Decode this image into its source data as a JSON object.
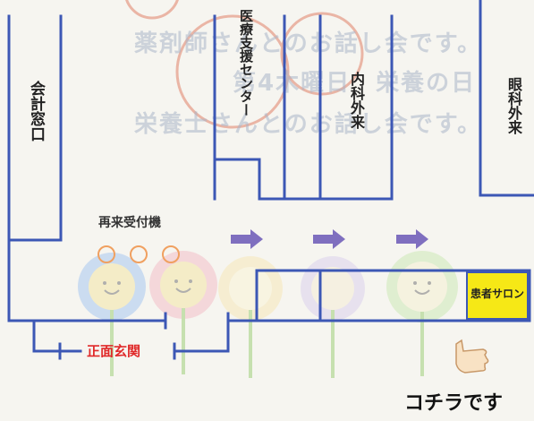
{
  "map": {
    "rooms": {
      "cashier": "会計窓口",
      "medical_support": "医療支援センター",
      "internal_medicine": "内科外来",
      "ophthalmology": "眼科外来",
      "patient_salon": "患者サロン"
    },
    "kiosk_label": "再来受付機",
    "main_entrance": "正面玄関",
    "this_way": "コチラです",
    "background_notice": {
      "line1": "薬剤師さんとのお話し会です。",
      "line2": "第4木曜日　栄養の日",
      "line3": "栄養士さんとのお話し会です。"
    }
  },
  "colors": {
    "wall": "#3c57b5",
    "entrance_label": "#e02a2a",
    "salon_fill": "#f6e816",
    "arrow": "#7f6fbf",
    "kiosk_circle": "#f0a060"
  },
  "icons": {
    "hand": "thumbs-pointing-hand-icon",
    "arrow": "right-arrow-icon",
    "kiosk": "circle-icon",
    "flower": "flower-smile-icon"
  }
}
